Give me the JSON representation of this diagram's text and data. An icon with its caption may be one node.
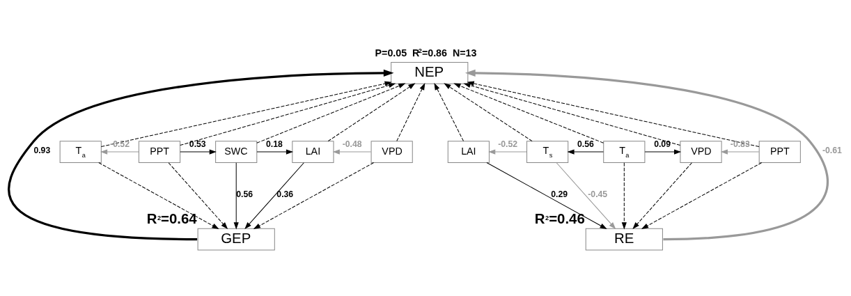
{
  "diagram": {
    "title": "P=0.05  R$^{2}$=0.86  N=13",
    "nodes": [
      {
        "text": [
          "NEP"
        ]
      },
      {
        "text": [
          "T$_{a}$"
        ]
      },
      {
        "text": [
          "PPT"
        ]
      },
      {
        "text": [
          "SWC"
        ]
      },
      {
        "text": [
          "LAI"
        ]
      },
      {
        "text": [
          "VPD"
        ]
      },
      {
        "text": [
          "LAI"
        ]
      },
      {
        "text": [
          "T$_{s}$"
        ]
      },
      {
        "text": [
          "T$_{a}$"
        ]
      },
      {
        "text": [
          "VPD"
        ]
      },
      {
        "text": [
          "PPT"
        ]
      },
      {
        "text": [
          "GEP"
        ],
        "beside": [
          "R$^{2}$=0.64"
        ]
      },
      {
        "text": [
          "RE"
        ],
        "beside": [
          "R$^{2}$=0.46"
        ]
      }
    ],
    "edges": [
      {
        "from": 11,
        "to": 0,
        "arrow": "to",
        "label": "0.93",
        "style": "thick"
      },
      {
        "from": 12,
        "to": 0,
        "arrow": "to",
        "label": "-0.61",
        "style": "thick",
        "color": "#999999"
      },
      {
        "from": 1,
        "to": 0,
        "arrow": "to",
        "style": "dashed"
      },
      {
        "from": 2,
        "to": 0,
        "arrow": "to",
        "style": "dashed"
      },
      {
        "from": 3,
        "to": 0,
        "arrow": "to",
        "style": "dashed"
      },
      {
        "from": 4,
        "to": 0,
        "arrow": "to",
        "style": "dashed"
      },
      {
        "from": 5,
        "to": 0,
        "arrow": "to",
        "style": "dashed"
      },
      {
        "from": 6,
        "to": 0,
        "arrow": "to",
        "style": "dashed"
      },
      {
        "from": 7,
        "to": 0,
        "arrow": "to",
        "style": "dashed"
      },
      {
        "from": 8,
        "to": 0,
        "arrow": "to",
        "style": "dashed"
      },
      {
        "from": 9,
        "to": 0,
        "arrow": "to",
        "style": "dashed"
      },
      {
        "from": 10,
        "to": 0,
        "arrow": "to",
        "style": "dashed"
      },
      {
        "from": 2,
        "to": 1,
        "arrow": "to",
        "label": "-0.52",
        "color": "#999999"
      },
      {
        "from": 2,
        "to": 3,
        "arrow": "to",
        "label": "0.53"
      },
      {
        "from": 3,
        "to": 4,
        "arrow": "to",
        "label": "0.18"
      },
      {
        "from": 5,
        "to": 4,
        "arrow": "to",
        "label": "-0.48",
        "color": "#999999"
      },
      {
        "from": 7,
        "to": 6,
        "arrow": "to",
        "label": "-0.52",
        "color": "#999999"
      },
      {
        "from": 8,
        "to": 7,
        "arrow": "to",
        "label": "0.56"
      },
      {
        "from": 8,
        "to": 9,
        "arrow": "to",
        "label": "0.09"
      },
      {
        "from": 10,
        "to": 9,
        "arrow": "to",
        "label": "-0.83",
        "color": "#999999"
      },
      {
        "from": 1,
        "to": 11,
        "arrow": "to",
        "style": "dashed"
      },
      {
        "from": 2,
        "to": 11,
        "arrow": "to",
        "style": "dashed"
      },
      {
        "from": 3,
        "to": 11,
        "arrow": "to",
        "label": "0.56"
      },
      {
        "from": 4,
        "to": 11,
        "arrow": "to",
        "label": "0.36"
      },
      {
        "from": 5,
        "to": 11,
        "arrow": "to",
        "style": "dashed"
      },
      {
        "from": 6,
        "to": 12,
        "arrow": "to",
        "label": "0.29"
      },
      {
        "from": 7,
        "to": 12,
        "arrow": "to",
        "label": "-0.45",
        "color": "#999999"
      },
      {
        "from": 8,
        "to": 12,
        "arrow": "to",
        "style": "dashed"
      },
      {
        "from": 9,
        "to": 12,
        "arrow": "to",
        "style": "dashed"
      },
      {
        "from": 10,
        "to": 12,
        "arrow": "to",
        "style": "dashed"
      }
    ]
  }
}
